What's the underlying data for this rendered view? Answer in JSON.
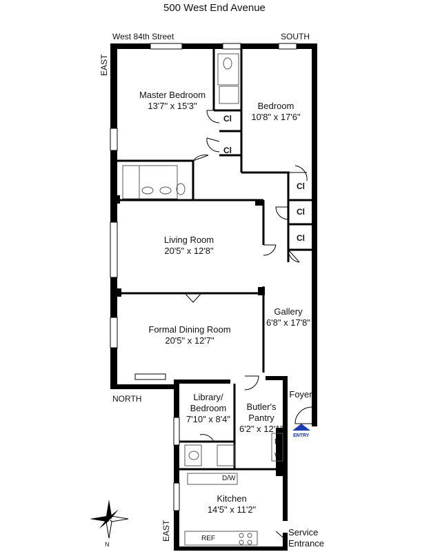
{
  "title": "500 West End Avenue",
  "street_labels": {
    "north_top": "West 84th Street",
    "south": "SOUTH",
    "east_top": "EAST",
    "north": "NORTH",
    "east_bottom": "EAST"
  },
  "rooms": {
    "master_bedroom": {
      "name": "Master Bedroom",
      "dims": "13'7\" x 15'3\""
    },
    "bedroom": {
      "name": "Bedroom",
      "dims": "10'8\" x 17'6\""
    },
    "living_room": {
      "name": "Living Room",
      "dims": "20'5\" x 12'8\""
    },
    "gallery": {
      "name": "Gallery",
      "dims": "6'8\" x 17'8\""
    },
    "formal_dining": {
      "name": "Formal Dining Room",
      "dims": "20'5\" x 12'7\""
    },
    "foyer": {
      "name": "Foyer"
    },
    "library_line1": "Library/",
    "library_line2": "Bedroom",
    "library_dims": "7'10\" x 8'4\"",
    "pantry_line1": "Butler's",
    "pantry_line2": "Pantry",
    "pantry_dims": "6'2\" x 12'1\"",
    "kitchen": {
      "name": "Kitchen",
      "dims": "14'5\" x 11'2\""
    },
    "service_line1": "Service",
    "service_line2": "Entrance"
  },
  "closets": [
    "Cl",
    "Cl",
    "Cl",
    "Cl",
    "Cl"
  ],
  "appliances": {
    "dw_top": "D/W",
    "d": "D",
    "w": "W",
    "ref": "REF"
  },
  "entry_label": "ENTRY",
  "compass_letter": "N",
  "colors": {
    "wall": "#000000",
    "entry_arrow": "#1a3db3",
    "fixture_line": "#555555"
  }
}
